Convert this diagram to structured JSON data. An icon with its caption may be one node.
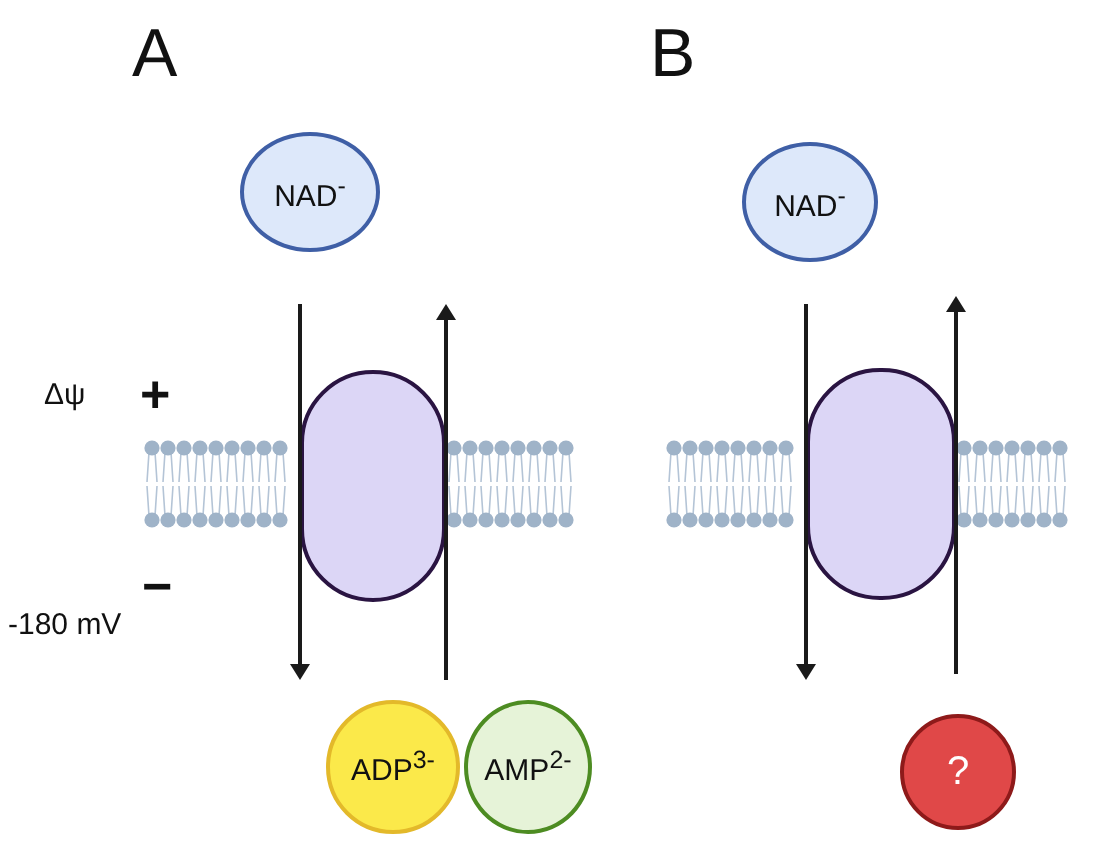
{
  "diagram": {
    "nodes": [
      {
        "text": [
          "NAD$^{-}$"
        ]
      },
      {
        "text": [],
        "shape": "box"
      },
      {
        "text": [
          "ADP$^{3-}$"
        ]
      },
      {
        "text": [
          "AMP$^{2-}$"
        ]
      },
      {
        "text": [
          "NAD$^{-}$"
        ]
      },
      {
        "text": [],
        "shape": "box"
      },
      {
        "text": [
          "?"
        ]
      }
    ],
    "edges": [],
    "labels": [
      "A",
      "B",
      "Δψ",
      "+",
      "−",
      "-180 mV"
    ]
  }
}
